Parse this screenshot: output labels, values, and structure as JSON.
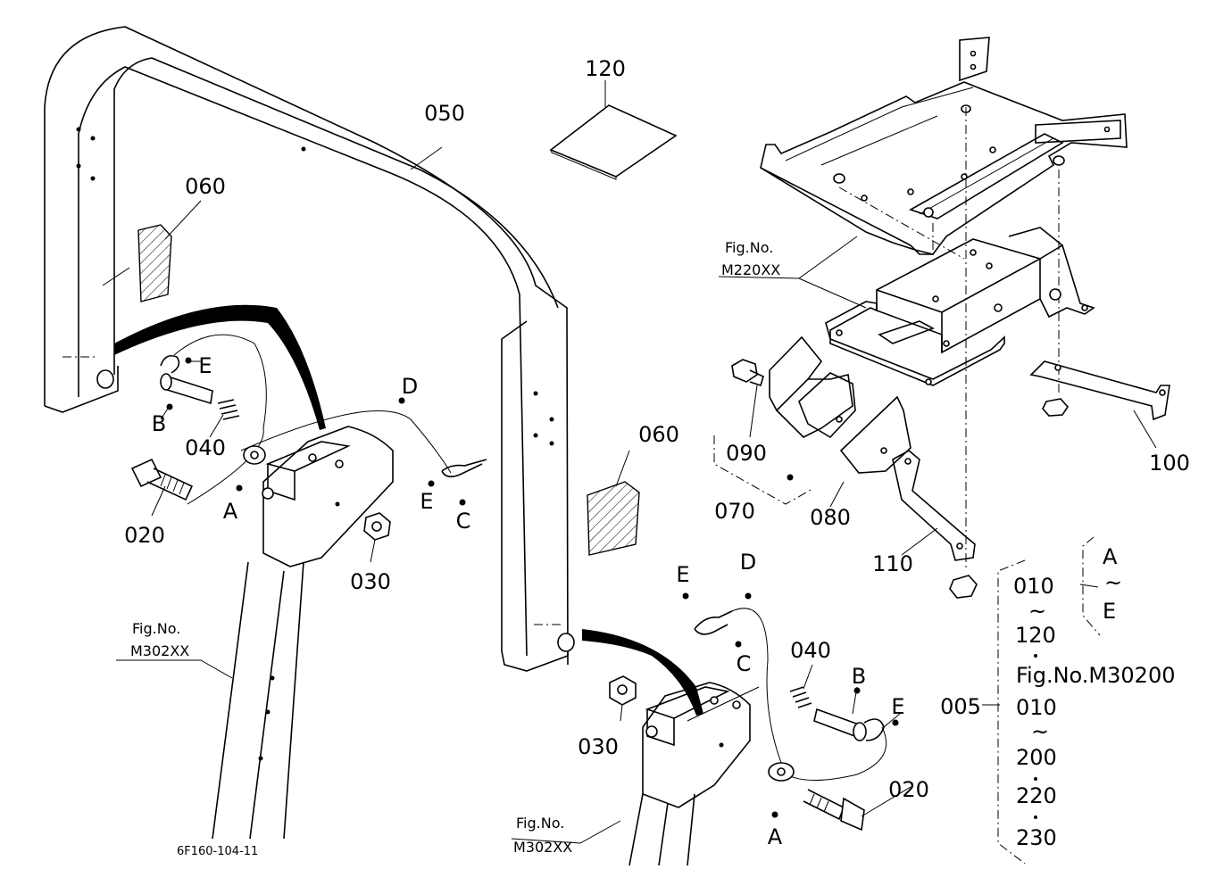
{
  "diagram": {
    "drawing_number": "6F160-104-11",
    "parts": {
      "p050": "050",
      "p060a": "060",
      "p060b": "060",
      "p120": "120",
      "p020a": "020",
      "p020b": "020",
      "p030a": "030",
      "p030b": "030",
      "p040a": "040",
      "p040b": "040",
      "p070": "070",
      "p080": "080",
      "p090": "090",
      "p100": "100",
      "p110": "110",
      "p005": "005"
    },
    "letters": {
      "A1": "A",
      "B1": "B",
      "C1": "C",
      "D1": "D",
      "E1a": "E",
      "E1b": "E",
      "A2": "A",
      "B2": "B",
      "C2": "C",
      "D2": "D",
      "E2a": "E",
      "E2b": "E"
    },
    "fig_refs": {
      "m220_line1": "Fig.No.",
      "m220_line2": "M220XX",
      "m302a_line1": "Fig.No.",
      "m302a_line2": "M302XX",
      "m302b_line1": "Fig.No.",
      "m302b_line2": "M302XX"
    },
    "assembly_list": {
      "r1": "010",
      "r1_tilde": "~",
      "r2": "120",
      "r3": "Fig.No.M30200",
      "r4": "010",
      "r4_tilde": "~",
      "r5": "200",
      "r6": "220",
      "r7": "230",
      "sub_a": "A",
      "sub_tilde": "~",
      "sub_e": "E"
    }
  }
}
